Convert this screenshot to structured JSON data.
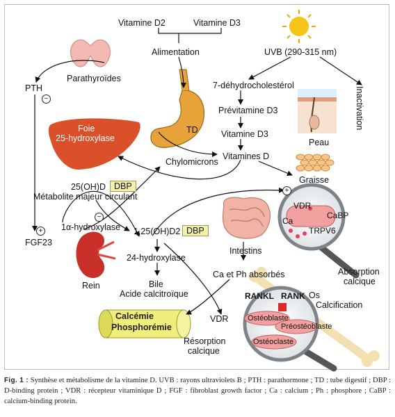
{
  "labels": {
    "vitd2": "Vitamine D2",
    "vitd3_top": "Vitamine D3",
    "alimentation": "Alimentation",
    "uvb": "UVB (290-315 nm)",
    "parathyroides": "Parathyroïdes",
    "pth": "PTH",
    "dehydro": "7-déhydrocholestérol",
    "previtamine": "Prévitamine D3",
    "vitamine_d3": "Vitamine D3",
    "inactivation": "Inactivation",
    "peau": "Peau",
    "td": "TD",
    "chylomicrons": "Chylomicrons",
    "vitamines_d": "Vitamines D",
    "foie": "Foie",
    "hydroxylase25": "25-hydroxylase",
    "graisse": "Graisse",
    "oh25d": "25(OH)D",
    "dbp1": "DBP",
    "metabolite": "Métabolite majeur circulant",
    "alpha_hydroxylase": "1α-hydroxylase",
    "fgf23": "FGF23",
    "dihydroxy": "1,25(OH)D2",
    "dbp2": "DBP",
    "hydroxylase24": "24-hydroxylase",
    "rein": "Rein",
    "bile": "Bile",
    "acide": "Acide calcitroïque",
    "intestins": "Intestins",
    "ca_ph": "Ca et Ph absorbés",
    "vdr_mid": "VDR",
    "calcemie": "Calcémie",
    "phosphoremie": "Phosphorémie",
    "resorption1": "Résorption",
    "resorption2": "calcique",
    "absorption1": "Absorption",
    "absorption2": "calcique",
    "os": "Os",
    "calcification": "Calcification",
    "bubble1_vdr": "VDR",
    "bubble1_cabp": "CaBP",
    "bubble1_ca": "Ca",
    "bubble1_trpv6": "TRPV6",
    "rankl": "RANKL",
    "rank": "RANK",
    "osteoblaste": "Ostéoblaste",
    "preosteoblaste": "Préostéoblaste",
    "osteoclaste": "Ostéoclaste",
    "minus": "−",
    "plus": "+"
  },
  "caption": {
    "fig": "Fig. 1 :",
    "text": " Synthèse et métabolisme de la vitamine D. UVB : rayons ultraviolets B ; PTH : parathormone ; TD : tube digestif ; DBP : D-binding protein ; VDR : récepteur vitaminique D ; FGF : fibroblast growth factor ; Ca : calcium ; Ph : phosphore ; CaBP : calcium-binding protein."
  },
  "colors": {
    "liver": "#d9502a",
    "stomach": "#e8a23a",
    "kidney": "#c9302a",
    "sun": "#f5c518",
    "dbp_fill": "#f3f0b0",
    "cell_pink": "#f2a0a0",
    "cylinder": "#f0ee7a"
  }
}
